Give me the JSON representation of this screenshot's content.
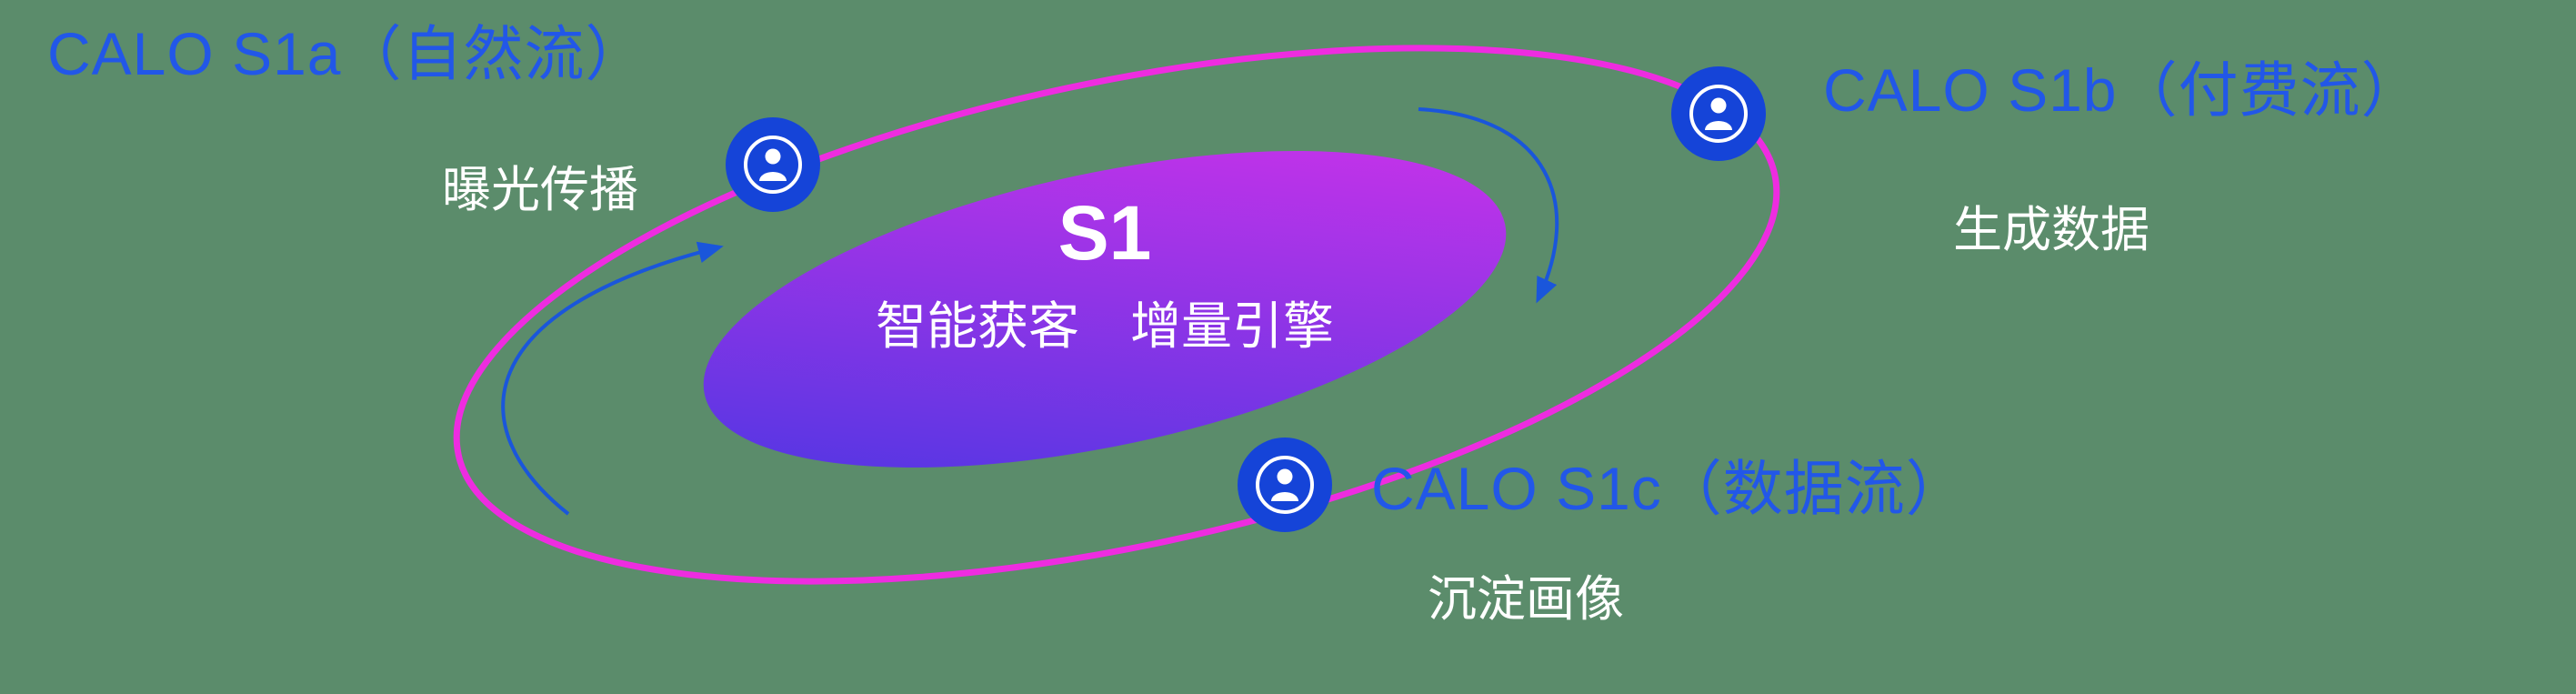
{
  "background_color": "#5b8c6b",
  "colors": {
    "label_blue": "#2257e8",
    "orbit_pink": "#ee2ce0",
    "node_blue": "#1544d8",
    "arrow_blue": "#1a56db",
    "core_gradient_start": "#4637e2",
    "core_gradient_end": "#d432ea",
    "text_white": "#ffffff"
  },
  "center": {
    "title": "S1",
    "subtitle": "智能获客　增量引擎"
  },
  "nodes": [
    {
      "id": "s1a",
      "label": "CALO S1a（自然流）",
      "sublabel": "曝光传播",
      "icon": "user-icon"
    },
    {
      "id": "s1b",
      "label": "CALO S1b（付费流）",
      "sublabel": "生成数据",
      "icon": "user-icon"
    },
    {
      "id": "s1c",
      "label": "CALO S1c（数据流）",
      "sublabel": "沉淀画像",
      "icon": "user-icon"
    }
  ]
}
